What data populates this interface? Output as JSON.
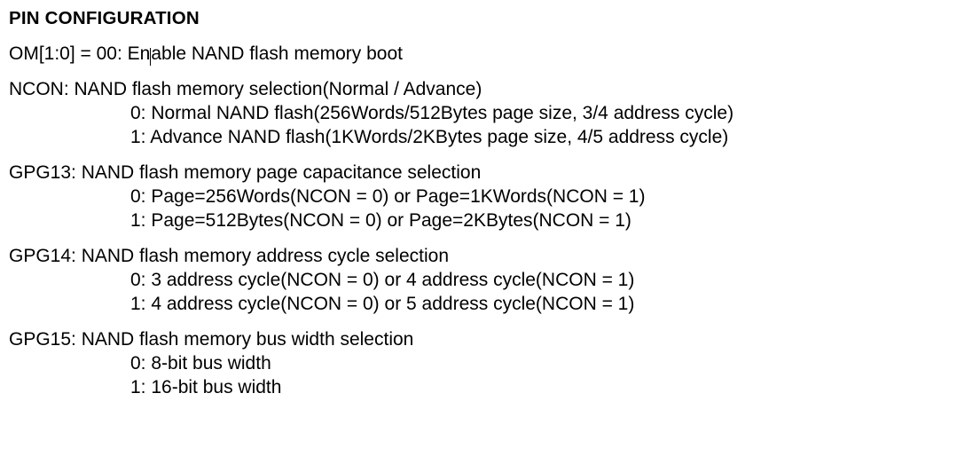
{
  "document": {
    "heading": "PIN CONFIGURATION",
    "boot_mode": {
      "before_caret": "OM[1:0] = 00: En",
      "after_caret": "able NAND flash memory boot",
      "full_text": "OM[1:0] = 00: Enable NAND flash memory boot"
    },
    "groups": [
      {
        "title": "NCON: NAND flash memory selection(Normal / Advance)",
        "options": [
          "0: Normal NAND flash(256Words/512Bytes page size, 3/4 address cycle)",
          "1: Advance NAND flash(1KWords/2KBytes page size, 4/5 address cycle)"
        ]
      },
      {
        "title": "GPG13: NAND flash memory page capacitance selection",
        "options": [
          "0: Page=256Words(NCON = 0) or Page=1KWords(NCON = 1)",
          "1: Page=512Bytes(NCON = 0) or Page=2KBytes(NCON = 1)"
        ]
      },
      {
        "title": "GPG14: NAND flash memory address cycle selection",
        "options": [
          "0: 3 address cycle(NCON = 0) or 4 address cycle(NCON = 1)",
          "1: 4 address cycle(NCON = 0) or 5 address cycle(NCON = 1)"
        ]
      },
      {
        "title": "GPG15: NAND flash memory bus width selection",
        "options": [
          "0: 8-bit bus width",
          "1: 16-bit bus width"
        ]
      }
    ]
  },
  "colors": {
    "text": "#000000",
    "background": "#ffffff",
    "caret": "#000000"
  }
}
